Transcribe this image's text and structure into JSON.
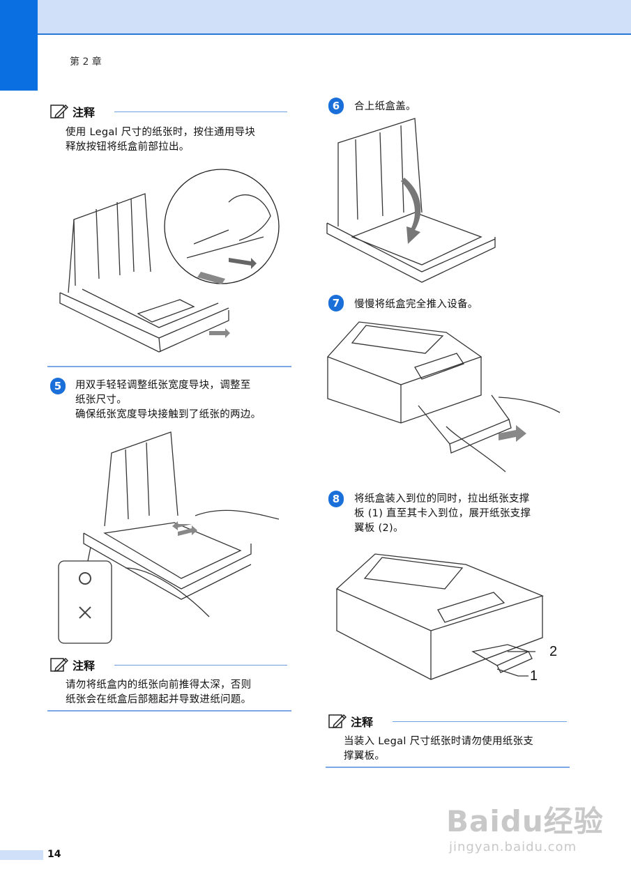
{
  "header": {
    "chapter": "第 2 章"
  },
  "notes": [
    {
      "title": "注释",
      "text_line1": "使用 Legal 尺寸的纸张时，按住通用导块",
      "text_line2": "释放按钮将纸盒前部拉出。"
    },
    {
      "title": "注释",
      "text_line1": "请勿将纸盒内的纸张向前推得太深，否则",
      "text_line2": "纸张会在纸盒后部翘起并导致进纸问题。"
    },
    {
      "title": "注释",
      "text_line1": "当装入 Legal 尺寸纸张时请勿使用纸张支",
      "text_line2": "撑翼板。"
    }
  ],
  "steps": [
    {
      "number": "5",
      "line1": "用双手轻轻调整纸张宽度导块，调整至",
      "line2": "纸张尺寸。",
      "line3": "确保纸张宽度导块接触到了纸张的两边。"
    },
    {
      "number": "6",
      "line1": "合上纸盒盖。"
    },
    {
      "number": "7",
      "line1": "慢慢将纸盒完全推入设备。"
    },
    {
      "number": "8",
      "line1": "将纸盒装入到位的同时，拉出纸张支撑",
      "line2": "板 (1) 直至其卡入到位，展开纸张支撑",
      "line3": "翼板 (2)。"
    }
  ],
  "figure_callouts": {
    "label_2": "2",
    "label_1": "1"
  },
  "footer": {
    "page_number": "14"
  },
  "watermark": {
    "brand": "Baidu经验",
    "url": "jingyan.baidu.com"
  }
}
